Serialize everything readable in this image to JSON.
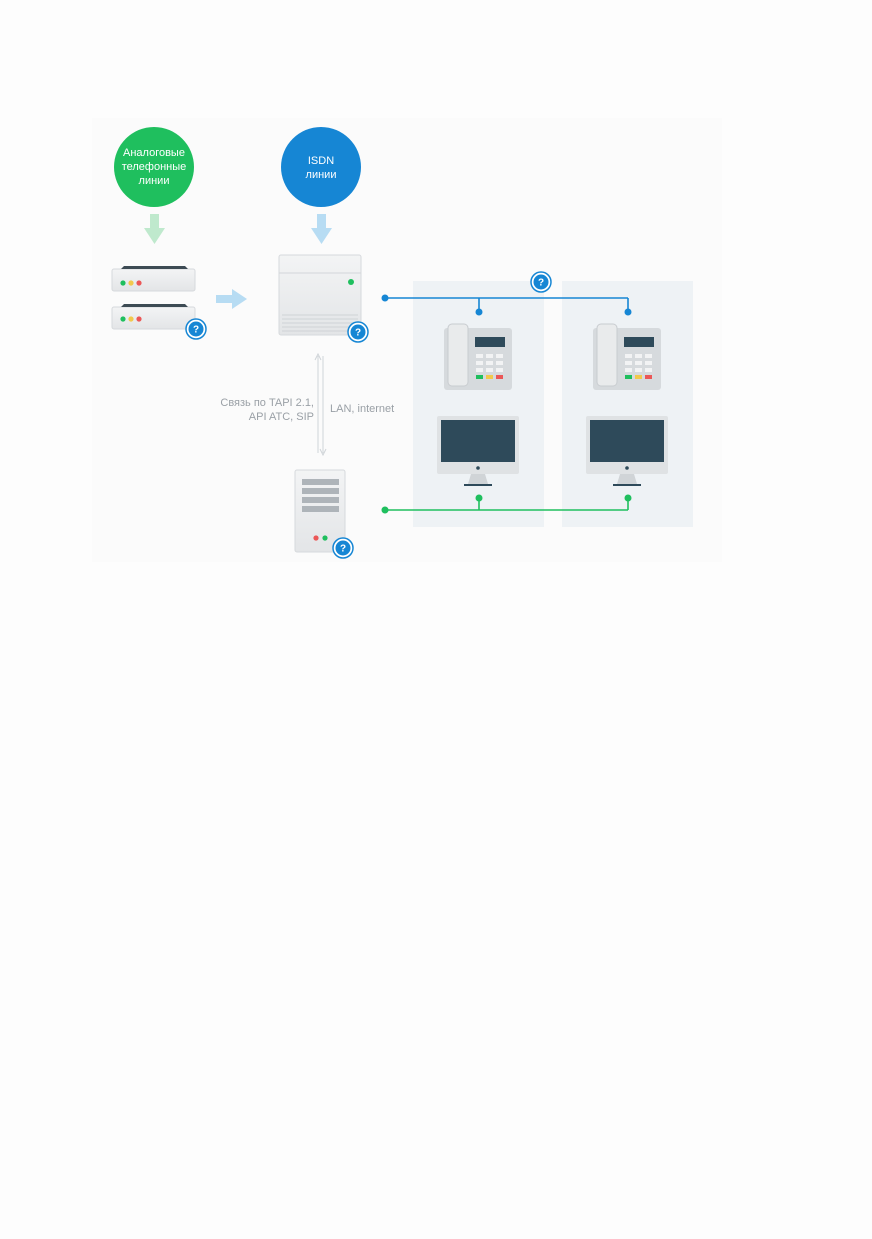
{
  "labels": {
    "analog_lines": [
      "Аналоговые",
      "телефонные",
      "линии"
    ],
    "isdn_lines": [
      "ISDN",
      "линии"
    ],
    "tapi_link": [
      "Связь по TAPI 2.1,",
      "API ATC, SIP"
    ],
    "lan_link": "LAN, internet"
  },
  "badge_text": "?",
  "colors": {
    "green": "#1fbf5e",
    "blue": "#1686d4",
    "light_blue_arrow": "#b7dcf3",
    "light_green_arrow": "#bfe9cd",
    "device_gray": "#e9ebec",
    "workstation_bg": "#eef2f5",
    "screen": "#2e4a5a"
  }
}
